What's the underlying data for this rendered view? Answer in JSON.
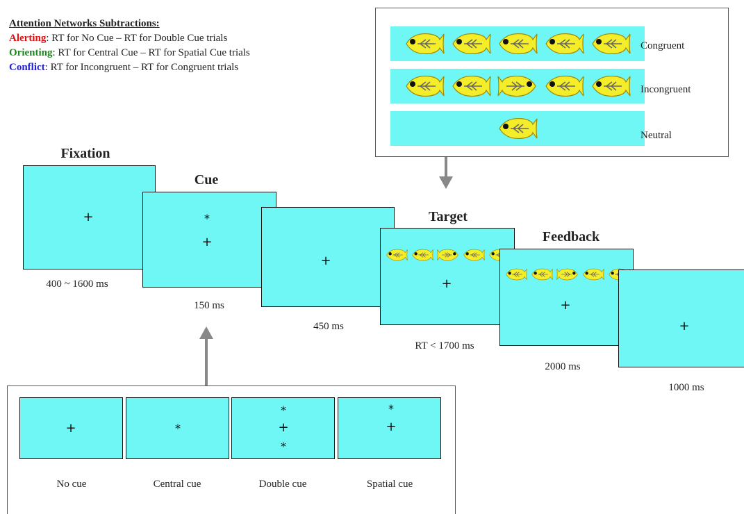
{
  "legend": {
    "heading": "Attention Networks Subtractions:",
    "lines": [
      {
        "keyword": "Alerting",
        "color": "#e01010",
        "text": ": RT for No Cue – RT for Double Cue trials"
      },
      {
        "keyword": "Orienting",
        "color": "#1a8a1a",
        "text": ": RT for Central Cue – RT for Spatial Cue trials"
      },
      {
        "keyword": "Conflict",
        "color": "#2222cc",
        "text": ": RT for Incongruent – RT for Congruent trials"
      }
    ]
  },
  "flankers": {
    "conditions": [
      {
        "label": "Congruent",
        "directions": [
          "left",
          "left",
          "left",
          "left",
          "left"
        ]
      },
      {
        "label": "Incongruent",
        "directions": [
          "left",
          "left",
          "right",
          "left",
          "left"
        ]
      },
      {
        "label": "Neutral",
        "directions": [
          "left"
        ]
      }
    ]
  },
  "sequence": [
    {
      "title": "Fixation",
      "duration": "400 ~ 1600 ms",
      "symbol": "+"
    },
    {
      "title": "Cue",
      "duration": "150 ms",
      "symbol": "+",
      "cue": "*"
    },
    {
      "title": "",
      "duration": "450 ms",
      "symbol": "+"
    },
    {
      "title": "Target",
      "duration": "RT < 1700 ms",
      "symbol": "+"
    },
    {
      "title": "Feedback",
      "duration": "2000 ms",
      "symbol": "+"
    },
    {
      "title": "",
      "duration": "1000 ms",
      "symbol": "+"
    }
  ],
  "cues": [
    {
      "label": "No cue"
    },
    {
      "label": "Central cue"
    },
    {
      "label": "Double cue"
    },
    {
      "label": "Spatial cue"
    }
  ],
  "colors": {
    "screen": "#6ff7f6",
    "fish": "#f4ee2a",
    "arrow": "#888888"
  }
}
